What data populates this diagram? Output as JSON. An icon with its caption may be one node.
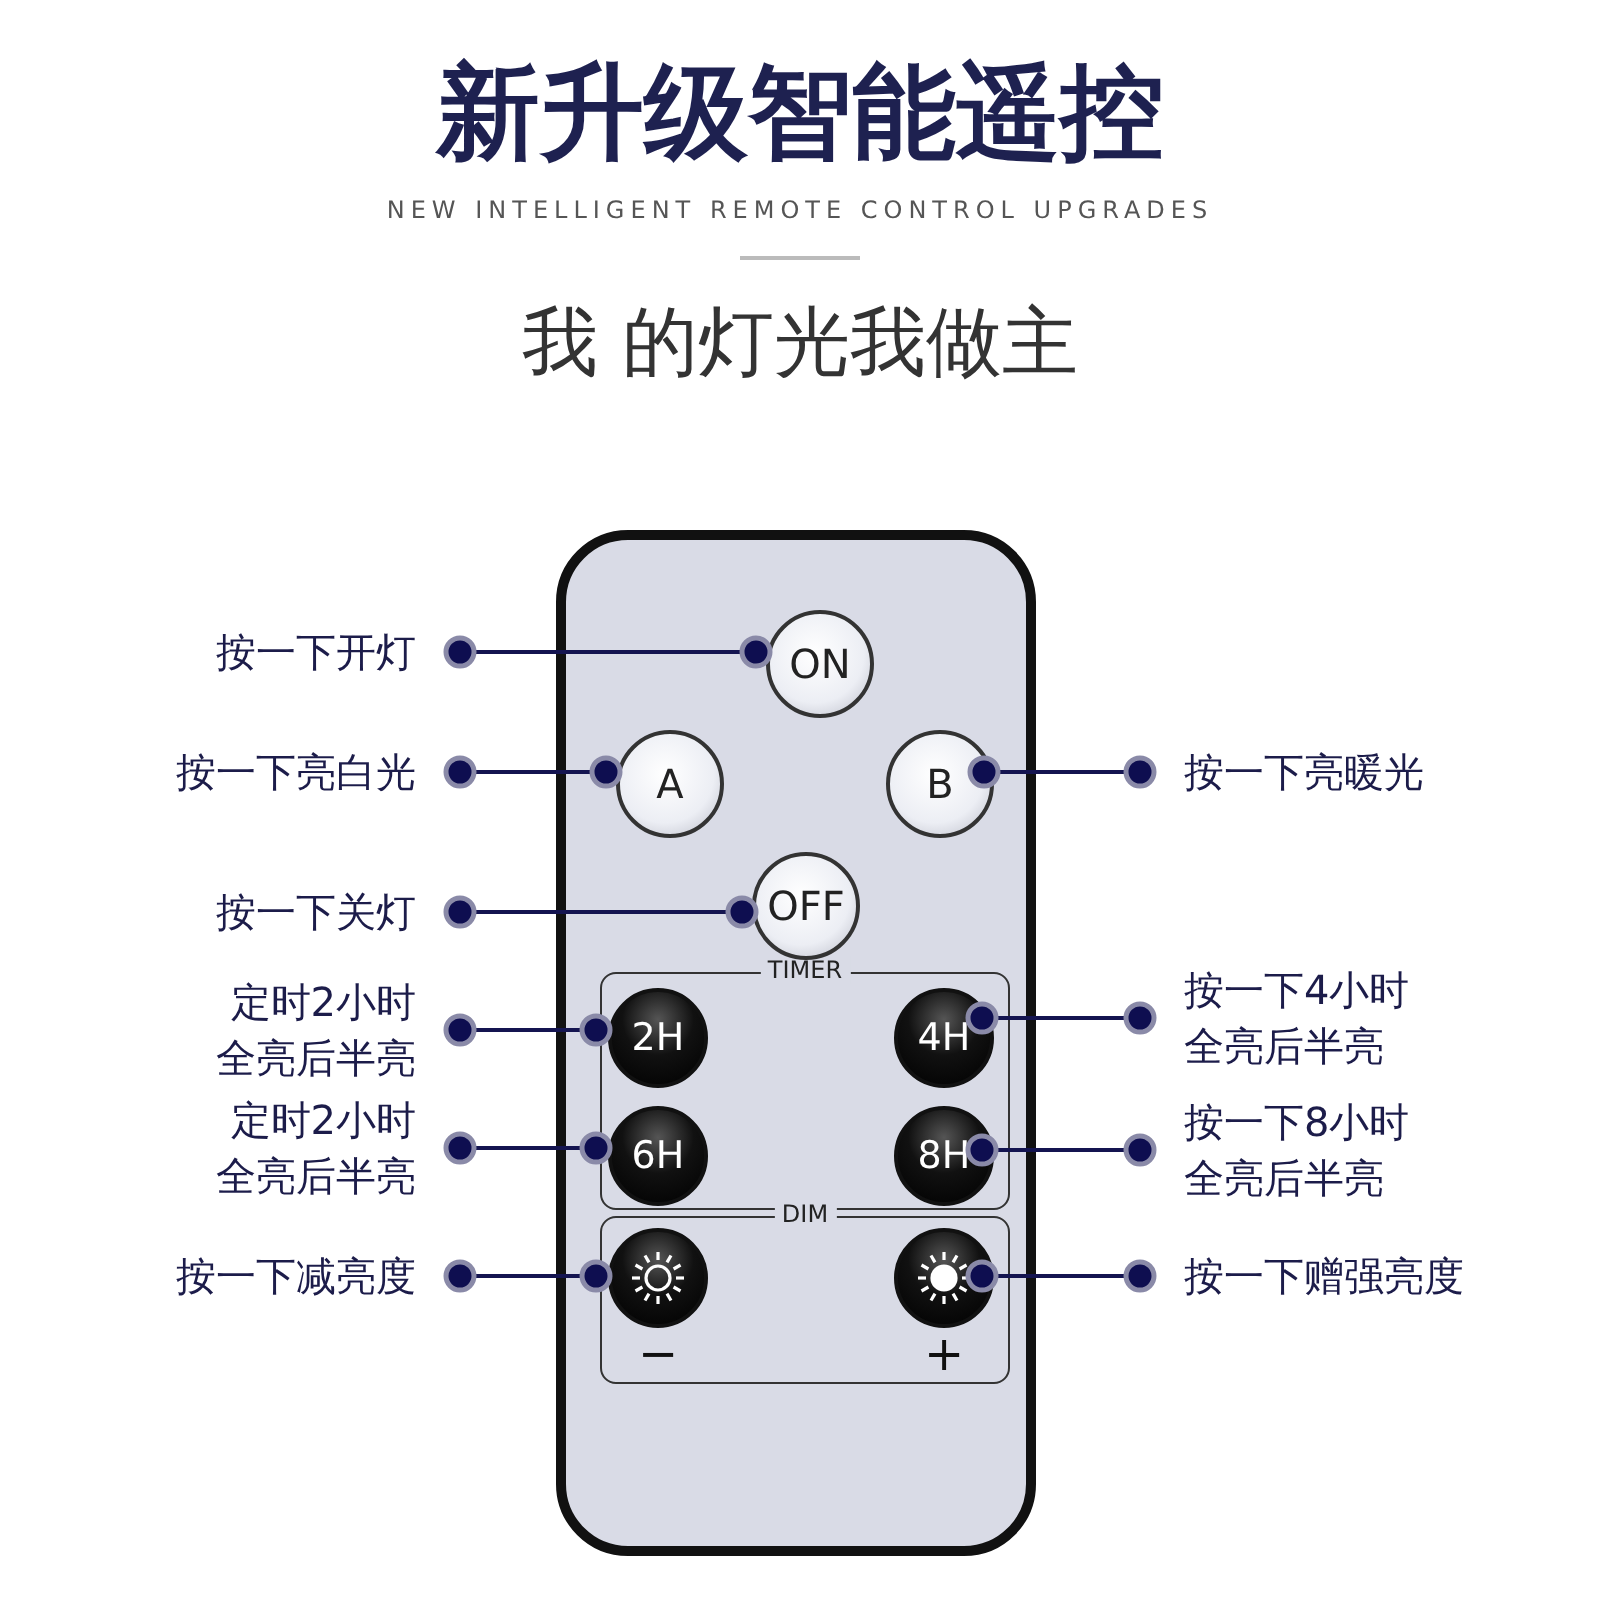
{
  "diagram": {
    "title": "新升级智能遥控",
    "nodes": [
      {
        "text": [],
        "shape": "box"
      },
      {
        "text": [
          "TIMER"
        ],
        "in": 0
      },
      {
        "text": [
          "DIM"
        ],
        "in": 0
      },
      {
        "text": [
          "ON"
        ],
        "in": 0
      },
      {
        "text": [
          "A"
        ],
        "in": 0
      },
      {
        "text": [
          "B"
        ],
        "in": 0
      },
      {
        "text": [
          "OFF"
        ],
        "in": 0
      },
      {
        "text": [
          "2H"
        ],
        "in": 1
      },
      {
        "text": [
          "4H"
        ],
        "in": 1
      },
      {
        "text": [
          "6H"
        ],
        "in": 1
      },
      {
        "text": [
          "8H"
        ],
        "in": 1
      },
      {
        "text": [],
        "shape": "circle",
        "in": 2,
        "beside": [
          "−"
        ]
      },
      {
        "text": [],
        "shape": "circle",
        "in": 2,
        "beside": [
          "+"
        ]
      },
      {
        "text": [
          "按一下开灯"
        ]
      },
      {
        "text": [
          "按一下亮白光"
        ]
      },
      {
        "text": [
          "按一下亮暖光"
        ]
      },
      {
        "text": [
          "按一下关灯"
        ]
      },
      {
        "text": [
          "定时2小时全亮后半亮"
        ]
      },
      {
        "text": [
          "按一下4小时全亮后半亮"
        ]
      },
      {
        "text": [
          "定时2小时全亮后半亮"
        ]
      },
      {
        "text": [
          "按一下8小时全亮后半亮"
        ]
      },
      {
        "text": [
          "按一下减亮度"
        ]
      },
      {
        "text": [
          "按一下赠强亮度"
        ]
      }
    ],
    "edges": [
      {
        "from": 13,
        "to": 3,
        "arrow": "other"
      },
      {
        "from": 14,
        "to": 4,
        "arrow": "other"
      },
      {
        "from": 15,
        "to": 5,
        "arrow": "other"
      },
      {
        "from": 16,
        "to": 6,
        "arrow": "other"
      },
      {
        "from": 17,
        "to": 7,
        "arrow": "other"
      },
      {
        "from": 18,
        "to": 8,
        "arrow": "other"
      },
      {
        "from": 19,
        "to": 9,
        "arrow": "other"
      },
      {
        "from": 20,
        "to": 10,
        "arrow": "other"
      },
      {
        "from": 21,
        "to": 11,
        "arrow": "other"
      },
      {
        "from": 22,
        "to": 12,
        "arrow": "other"
      }
    ],
    "labels": [
      "NEW INTELLIGENT REMOTE CONTROL UPGRADES",
      "我 的灯光我做主"
    ]
  }
}
